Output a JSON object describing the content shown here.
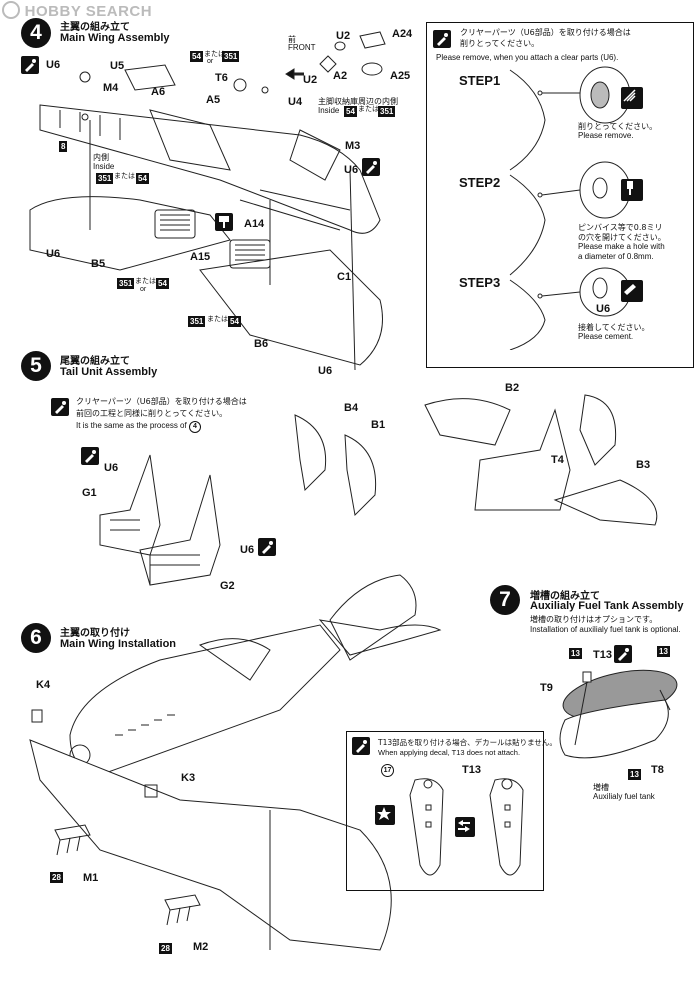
{
  "watermark": "HOBBY SEARCH",
  "step4": {
    "num": "4",
    "title_jp": "主翼の組み立て",
    "title_en": "Main Wing Assembly",
    "front_jp": "前",
    "front_en": "FRONT",
    "inner_jp": "内側",
    "inner_en": "Inside",
    "gear_jp": "主脚収納庫周辺の内側",
    "gear_en": "Inside",
    "or_jp": "または",
    "or_en": "or",
    "badges": {
      "b8": "8",
      "b54": "54",
      "b351": "351"
    },
    "labels": {
      "U6a": "U6",
      "U5": "U5",
      "M4": "M4",
      "A6": "A6",
      "T6": "T6",
      "A5": "A5",
      "U2a": "U2",
      "U2b": "U2",
      "A2": "A2",
      "A24": "A24",
      "A25": "A25",
      "U4": "U4",
      "M3": "M3",
      "U6b": "U6",
      "U6c": "U6",
      "B5": "B5",
      "A15": "A15",
      "A14": "A14",
      "C1": "C1",
      "B6": "B6",
      "U6d": "U6"
    }
  },
  "clear_parts": {
    "note_jp_1": "クリヤーパーツ（U6部品）を取り付ける場合は",
    "note_jp_2": "削りとってください。",
    "note_en": "Please remove, when you attach a clear parts (U6).",
    "step1": {
      "title": "STEP1",
      "jp": "削りとってください。",
      "en": "Please remove."
    },
    "step2": {
      "title": "STEP2",
      "jp": "ピンバイス等で0.8ミリ",
      "jp2": "の穴を開けてください。",
      "en": "Please make a hole with",
      "en2": "a diameter of 0.8mm."
    },
    "step3": {
      "title": "STEP3",
      "part": "U6",
      "jp": "接着してください。",
      "en": "Please cement."
    }
  },
  "step5": {
    "num": "5",
    "title_jp": "尾翼の組み立て",
    "title_en": "Tail Unit Assembly",
    "note_jp_1": "クリヤーパーツ（U6部品）を取り付ける場合は",
    "note_jp_2": "前回の工程と同様に削りとってください。",
    "note_en": "It is the same as the process of",
    "note_ref": "4",
    "labels": {
      "U6a": "U6",
      "G1": "G1",
      "U6b": "U6",
      "G2": "G2",
      "B4": "B4",
      "B1": "B1",
      "B2": "B2",
      "T4": "T4",
      "B3": "B3"
    }
  },
  "step6": {
    "num": "6",
    "title_jp": "主翼の取り付け",
    "title_en": "Main Wing Installation",
    "labels": {
      "K4": "K4",
      "K3": "K3",
      "M1": "M1",
      "M2": "M2"
    },
    "badges": {
      "b28a": "28",
      "b28b": "28"
    },
    "decal_jp": "T13部品を取り付ける場合、デカールは貼りません。",
    "decal_en": "When applying decal, T13 does not attach.",
    "decal_num": "17",
    "decal_part": "T13"
  },
  "step7": {
    "num": "7",
    "title_jp": "増槽の組み立て",
    "title_en": "Auxilialy Fuel Tank Assembly",
    "opt_jp": "増槽の取り付けはオプションです。",
    "opt_en": "Installation of auxilialy fuel tank is optional.",
    "labels": {
      "T13": "T13",
      "T9": "T9",
      "T8": "T8"
    },
    "badges": {
      "b13a": "13",
      "b13b": "13",
      "b13c": "13"
    },
    "legend_jp": "増槽",
    "legend_en": "Auxilialy fuel tank"
  }
}
